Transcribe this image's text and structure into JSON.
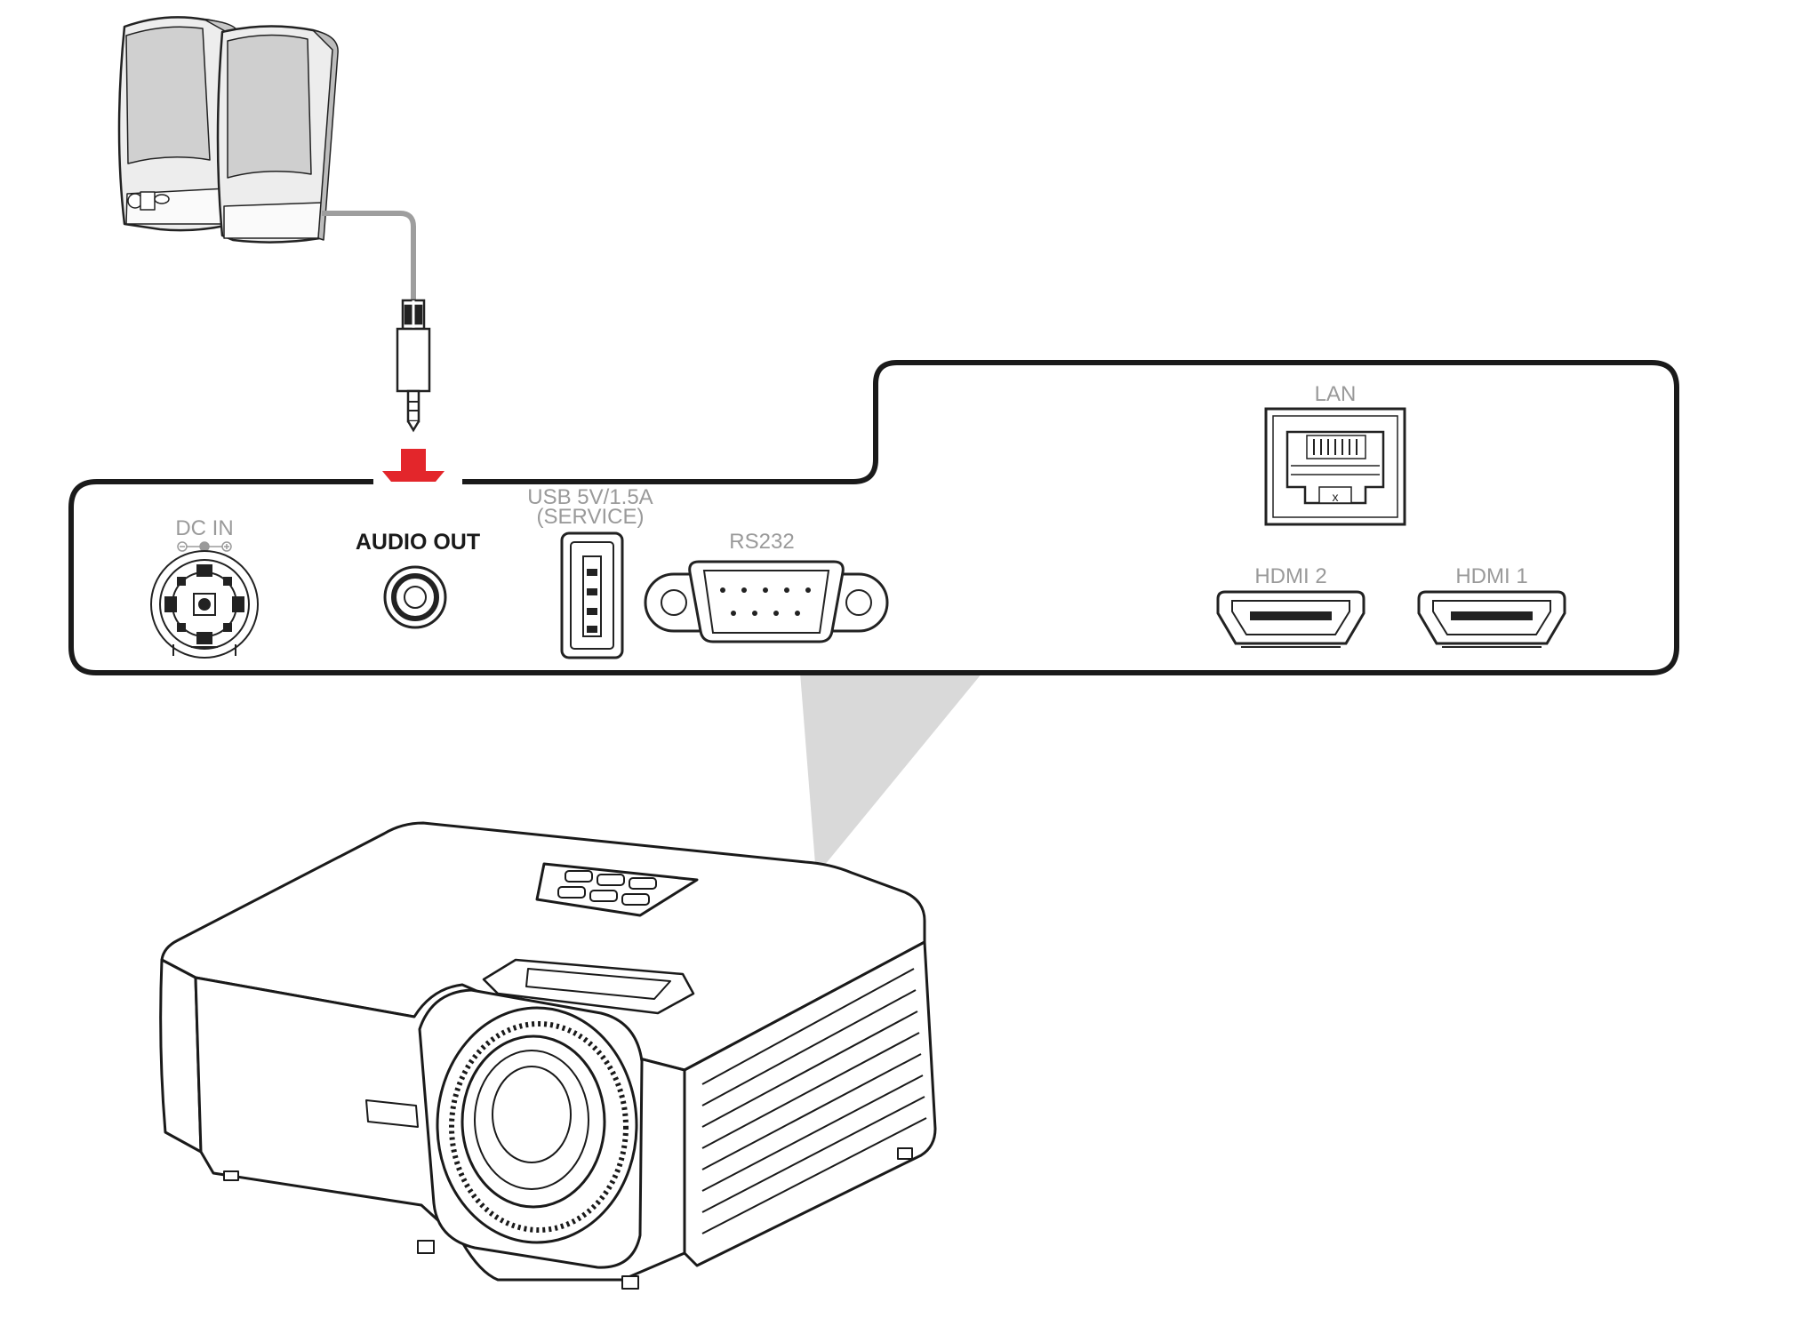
{
  "panel": {
    "ports": {
      "dc_in": "DC IN",
      "audio_out": "AUDIO OUT",
      "usb_line1": "USB 5V/1.5A",
      "usb_line2": "(SERVICE)",
      "rs232": "RS232",
      "lan": "LAN",
      "lan_mark": "x",
      "hdmi2": "HDMI 2",
      "hdmi1": "HDMI 1"
    }
  },
  "colors": {
    "arrow": "#e3262b",
    "callout": "#d9d9d9",
    "label_active": "#1a1a1a",
    "label_inactive": "#9a9a9a",
    "cable": "#9e9e9e"
  },
  "highlight": {
    "connected_port": "audio_out",
    "device": "speakers"
  }
}
